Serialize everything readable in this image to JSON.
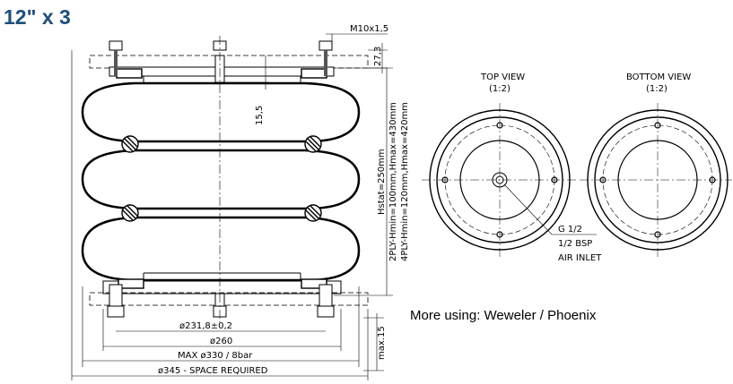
{
  "title": "12\" x 3",
  "note": "More using: Weweler / Phoenix",
  "dims": {
    "thread": "M10x1,5",
    "plate_height": "27,3",
    "inner_depth": "15,5",
    "bolt_circle": "ø231,8±0,2",
    "plate_dia": "ø260",
    "max_dia": "MAX ø330 / 8bar",
    "space": "ø345 - SPACE REQUIRED",
    "max15": "max.15",
    "hstat": "Hstat=250mm",
    "ply2": "2PLY-Hmin=100mm,Hmax=430mm",
    "ply4": "4PLY-Hmin=120mm,Hmax=420mm"
  },
  "views": {
    "top_title": "TOP VIEW",
    "top_scale": "(1:2)",
    "bottom_title": "BOTTOM VIEW",
    "bottom_scale": "(1:2)",
    "inlet1": "G 1/2",
    "inlet2": "1/2 BSP",
    "inlet3": "AIR INLET"
  }
}
